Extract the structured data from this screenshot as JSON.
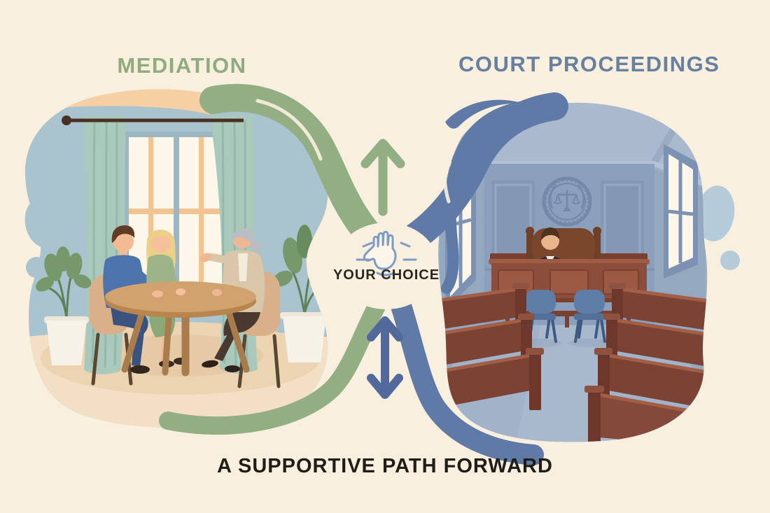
{
  "titles": {
    "mediation": "MEDIATION",
    "court": "COURT PROCEEDINGS"
  },
  "center": {
    "label": "YOUR CHOICE",
    "icon": "raised-hand-icon"
  },
  "footer": {
    "caption": "A SUPPORTIVE PATH FORWARD"
  },
  "icons": {
    "hand": "raised-hand-icon",
    "up_arrow": "up-arrow-icon",
    "double_arrow": "double-headed-arrow-icon",
    "emblem": "scales-of-justice-emblem"
  },
  "colors": {
    "background": "#f9efdf",
    "mediation_title": "#8fac7e",
    "court_title": "#68809f",
    "ribbon_green": "#94ae83",
    "ribbon_blue": "#5f7aa6",
    "arrow_green": "#94ae83",
    "arrow_blue": "#51699b",
    "hand_outline": "#7d9cc4",
    "center_text": "#2b2723",
    "footer_text": "#201c17"
  }
}
